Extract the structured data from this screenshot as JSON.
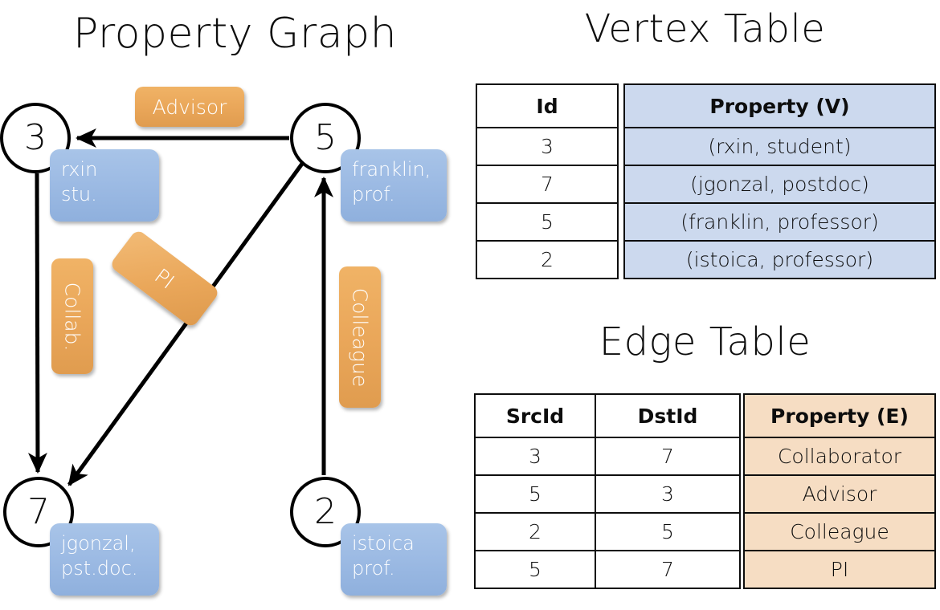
{
  "titles": {
    "property_graph": "Property Graph",
    "vertex_table": "Vertex Table",
    "edge_table": "Edge Table"
  },
  "colors": {
    "vertex_property_fill": "#ccd9ee",
    "edge_property_fill": "#f6ddc3",
    "vertex_callout": "#9dbbe4",
    "edge_callout": "#eaa75a",
    "stroke": "#0d0d0d"
  },
  "graph": {
    "nodes": [
      {
        "id": "3",
        "label": "3",
        "property_lines": [
          "rxin",
          "stu."
        ]
      },
      {
        "id": "5",
        "label": "5",
        "property_lines": [
          "franklin,",
          "prof."
        ]
      },
      {
        "id": "7",
        "label": "7",
        "property_lines": [
          "jgonzal,",
          "pst.doc."
        ]
      },
      {
        "id": "2",
        "label": "2",
        "property_lines": [
          "istoica",
          "prof."
        ]
      }
    ],
    "edge_labels": [
      {
        "name": "advisor",
        "text": "Advisor",
        "src": "5",
        "dst": "3"
      },
      {
        "name": "collab",
        "text": "Collab.",
        "src": "3",
        "dst": "7"
      },
      {
        "name": "pi",
        "text": "PI",
        "src": "5",
        "dst": "7"
      },
      {
        "name": "colleague",
        "text": "Colleague",
        "src": "2",
        "dst": "5"
      }
    ]
  },
  "vertex_table": {
    "headers": [
      "Id",
      "Property (V)"
    ],
    "rows": [
      {
        "id": "3",
        "property": "(rxin, student)"
      },
      {
        "id": "7",
        "property": "(jgonzal, postdoc)"
      },
      {
        "id": "5",
        "property": "(franklin, professor)"
      },
      {
        "id": "2",
        "property": "(istoica, professor)"
      }
    ]
  },
  "edge_table": {
    "headers": [
      "SrcId",
      "DstId",
      "Property (E)"
    ],
    "rows": [
      {
        "src": "3",
        "dst": "7",
        "property": "Collaborator"
      },
      {
        "src": "5",
        "dst": "3",
        "property": "Advisor"
      },
      {
        "src": "2",
        "dst": "5",
        "property": "Colleague"
      },
      {
        "src": "5",
        "dst": "7",
        "property": "PI"
      }
    ]
  }
}
